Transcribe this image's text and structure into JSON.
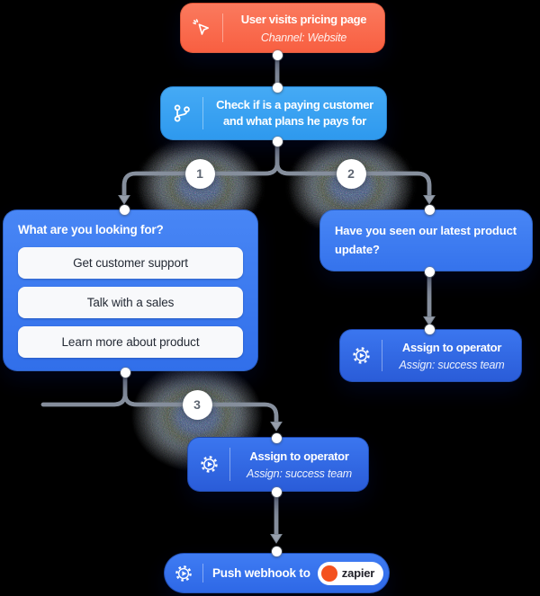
{
  "flow": {
    "trigger": {
      "title": "User visits pricing page",
      "subtitle": "Channel: Website"
    },
    "condition": {
      "title": "Check if is a paying customer and what plans he pays for"
    },
    "branch_labels": [
      "1",
      "2",
      "3"
    ],
    "question_left": {
      "title": "What are you looking for?",
      "options": [
        "Get customer support",
        "Talk with a sales",
        "Learn more about product"
      ]
    },
    "question_right": {
      "title": "Have you seen our latest product update?"
    },
    "assign_right": {
      "title": "Assign to operator",
      "subtitle": "Assign: success team"
    },
    "assign_left": {
      "title": "Assign to operator",
      "subtitle": "Assign: success team"
    },
    "webhook": {
      "title": "Push webhook to",
      "integration": "zapier"
    }
  },
  "colors": {
    "trigger_orange": "#FA6C52",
    "condition_blue": "#38A3F2",
    "question_blue": "#3B7BF1",
    "assign_blue": "#2F66E2",
    "zapier_orange": "#F4511E",
    "wire_gray": "#8A92A0",
    "background": "#000000"
  }
}
